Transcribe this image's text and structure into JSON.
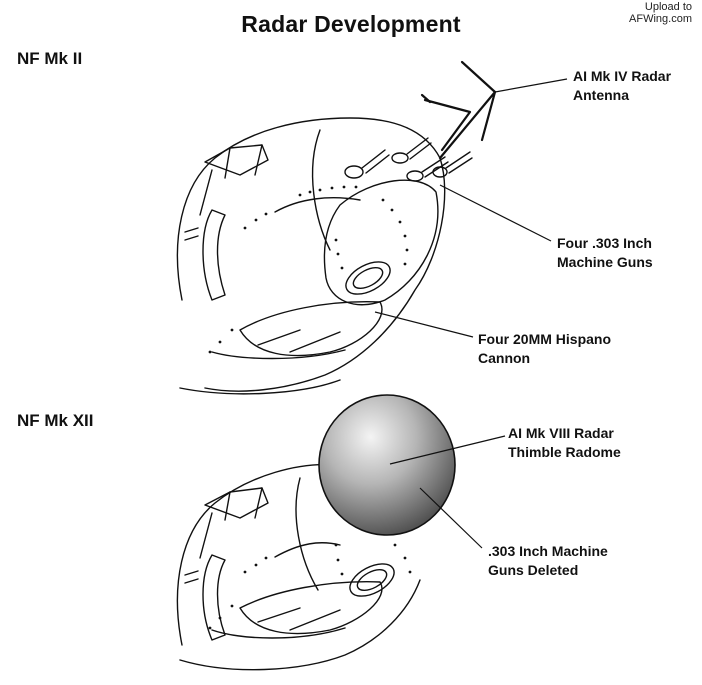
{
  "title": "Radar Development",
  "watermark": {
    "line1": "Upload to",
    "line2": "AFWing.com"
  },
  "sections": [
    {
      "label": "NF Mk II",
      "callouts": [
        {
          "line1": "AI Mk IV Radar",
          "line2": "Antenna"
        },
        {
          "line1": "Four .303 Inch",
          "line2": "Machine Guns"
        },
        {
          "line1": "Four 20MM Hispano",
          "line2": "Cannon"
        }
      ]
    },
    {
      "label": "NF Mk XII",
      "callouts": [
        {
          "line1": "AI Mk VIII Radar",
          "line2": "Thimble Radome"
        },
        {
          "line1": ".303 Inch Machine",
          "line2": "Guns Deleted"
        }
      ]
    }
  ],
  "colors": {
    "ink": "#111111",
    "background": "#ffffff",
    "radome_light": "#f2f2f2",
    "radome_dark": "#555555"
  }
}
